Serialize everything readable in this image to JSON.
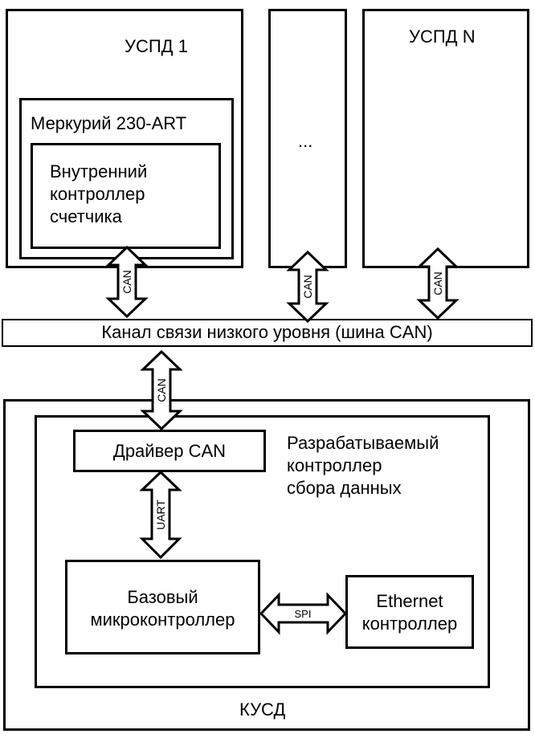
{
  "uspd1": {
    "title": "УСПД 1",
    "meter": {
      "title": "Меркурий 230-ART",
      "inner": [
        "Внутренний",
        "контроллер",
        "счетчика"
      ]
    }
  },
  "uspd_mid": {
    "title": "..."
  },
  "uspdN": {
    "title": "УСПД N"
  },
  "bus": {
    "label": "Канал связи низкого уровня (шина CAN)"
  },
  "kusd": {
    "title": "КУСД",
    "controller": {
      "title_lines": [
        "Разрабатываемый",
        "контроллер",
        "сбора данных"
      ],
      "can_driver": "Драйвер CAN",
      "base_mcu": [
        "Базовый",
        "микроконтроллер"
      ],
      "ethernet": [
        "Ethernet",
        "контроллер"
      ]
    }
  },
  "links": {
    "can": "CAN",
    "uart": "UART",
    "spi": "SPI"
  }
}
